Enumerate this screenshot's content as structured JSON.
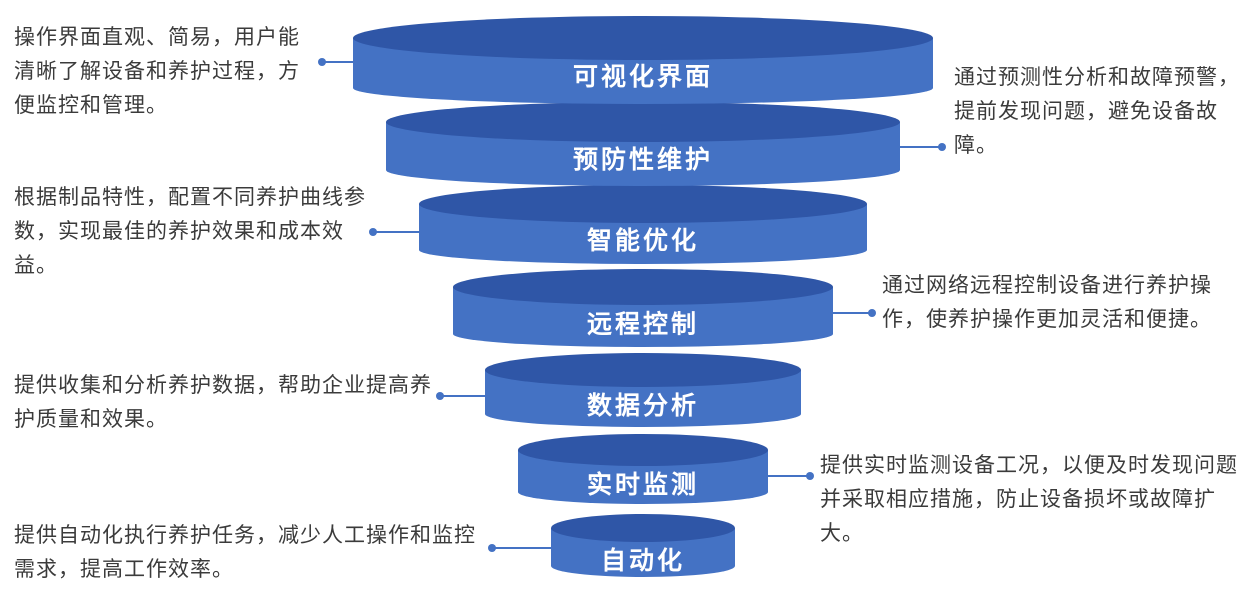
{
  "colors": {
    "tier_top": "#2F56A7",
    "tier_body": "#4472C4",
    "connector": "#4472C4",
    "text": "#3b3b3b"
  },
  "tiers": [
    {
      "label": "可视化界面",
      "description": "操作界面直观、简易，用户能清晰了解设备和养护过程，方便监控和管理。"
    },
    {
      "label": "预防性维护",
      "description": "通过预测性分析和故障预警，提前发现问题，避免设备故障。"
    },
    {
      "label": "智能优化",
      "description": "根据制品特性，配置不同养护曲线参数，实现最佳的养护效果和成本效益。"
    },
    {
      "label": "远程控制",
      "description": "通过网络远程控制设备进行养护操作，使养护操作更加灵活和便捷。"
    },
    {
      "label": "数据分析",
      "description": "提供收集和分析养护数据，帮助企业提高养护质量和效果。"
    },
    {
      "label": "实时监测",
      "description": "提供实时监测设备工况，以便及时发现问题并采取相应措施，防止设备损坏或故障扩大。"
    },
    {
      "label": "自动化",
      "description": "提供自动化执行养护任务，减少人工操作和监控需求，提高工作效率。"
    }
  ]
}
